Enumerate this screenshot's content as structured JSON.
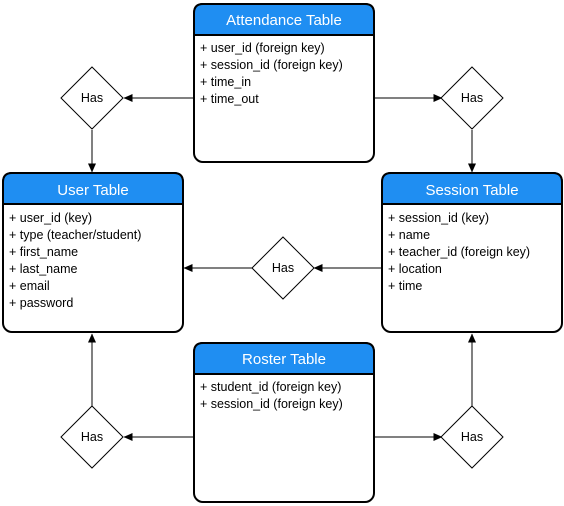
{
  "colors": {
    "header_fill": "#1f8ef2",
    "border": "#000000",
    "background": "#ffffff"
  },
  "tables": {
    "attendance": {
      "title": "Attendance Table",
      "fields": [
        "+ user_id (foreign key)",
        "+ session_id (foreign key)",
        "+ time_in",
        "+ time_out"
      ]
    },
    "user": {
      "title": "User Table",
      "fields": [
        "+ user_id (key)",
        "+ type (teacher/student)",
        "+ first_name",
        "+ last_name",
        "+ email",
        "+ password"
      ]
    },
    "session": {
      "title": "Session Table",
      "fields": [
        "+ session_id (key)",
        "+ name",
        "+ teacher_id (foreign key)",
        "+ location",
        "+ time"
      ]
    },
    "roster": {
      "title": "Roster Table",
      "fields": [
        "+ student_id (foreign key)",
        "+ session_id (foreign key)"
      ]
    }
  },
  "relationships": {
    "attendance_user": "Has",
    "attendance_session": "Has",
    "session_user": "Has",
    "roster_user": "Has",
    "roster_session": "Has"
  }
}
